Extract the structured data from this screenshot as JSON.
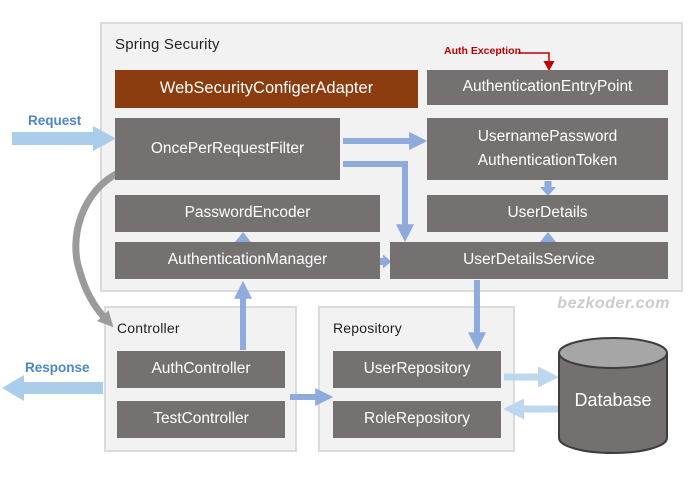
{
  "diagram": {
    "watermark": "bezkoder.com",
    "flow_labels": {
      "request": "Request",
      "response": "Response",
      "auth_exception": "Auth Exception"
    },
    "containers": {
      "spring_security": "Spring Security",
      "controller": "Controller",
      "repository": "Repository"
    },
    "nodes": {
      "web_security_configer_adapter": "WebSecurityConfigerAdapter",
      "authentication_entry_point": "AuthenticationEntryPoint",
      "once_per_request_filter": "OncePerRequestFilter",
      "username_password_authentication_token_line1": "UsernamePassword",
      "username_password_authentication_token_line2": "AuthenticationToken",
      "password_encoder": "PasswordEncoder",
      "user_details": "UserDetails",
      "authentication_manager": "AuthenticationManager",
      "user_details_service": "UserDetailsService",
      "auth_controller": "AuthController",
      "test_controller": "TestController",
      "user_repository": "UserRepository",
      "role_repository": "RoleRepository",
      "database": "Database"
    },
    "colors": {
      "node_gray": "#767171",
      "node_brown": "#8B3D0F",
      "container_background": "#F2F2F2",
      "container_border": "#DBDBDB",
      "connector_blue": "#8FAADC",
      "flow_arrow_blue": "#ABCDEC",
      "database_arrow_blue": "#BDD7EE",
      "curve_gray": "#9B9B9B",
      "exception_red": "#C00000",
      "flow_label_blue": "#4B87C9",
      "watermark_gray": "#CBCBCB"
    }
  }
}
